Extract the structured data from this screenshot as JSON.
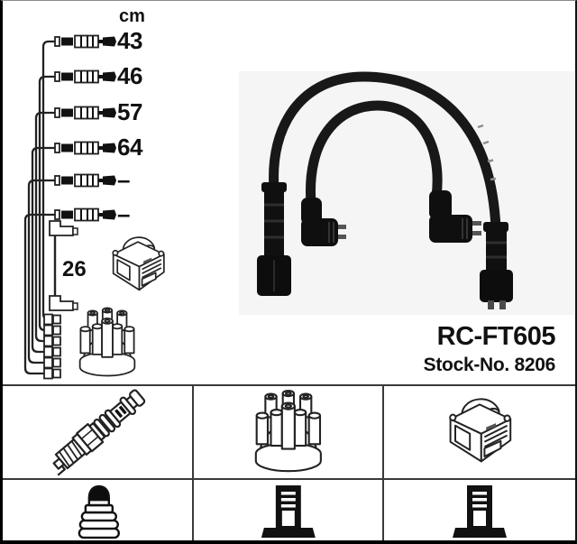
{
  "product": {
    "part_number": "RC-FT605",
    "stock_number": "Stock-No. 8206"
  },
  "measurements": {
    "unit": "cm",
    "cable_lengths": [
      "43",
      "46",
      "57",
      "64",
      "–",
      "–"
    ],
    "coil_cable_length": "26"
  },
  "legend_icons": {
    "row1": [
      "spark-plug",
      "distributor-cap",
      "ignition-coil"
    ],
    "row2": [
      "plug-boot",
      "terminal",
      "terminal"
    ]
  },
  "colors": {
    "background": "#ffffff",
    "line_art": "#222222",
    "cable_black": "#141414",
    "grid_line": "#3a3a3a",
    "text": "#111111"
  }
}
